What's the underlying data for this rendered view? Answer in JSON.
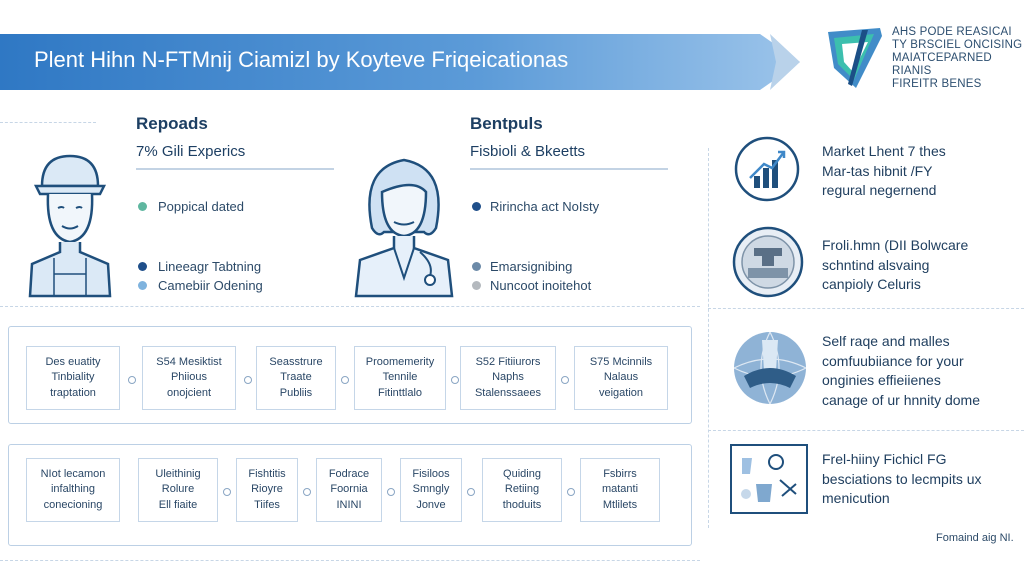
{
  "header": {
    "title": "Plent Hihn N-FTMnij Ciamizl by Koytеve Friqeicationas"
  },
  "logo": {
    "icon": "shield-logo-icon",
    "lines": [
      "AHS PODE REASICAI",
      "TY BRSCIEL ONCISING",
      "MAIATCEPARNED RIANIS",
      "FIREITR BENES"
    ]
  },
  "profiles": [
    {
      "icon": "male-worker-icon",
      "title": "Repoads",
      "subtitle": "7% Gili Experics",
      "legend": [
        {
          "label": "Poppical dated",
          "color": "#5fb7a0"
        },
        {
          "label": "Lineeagr Tabtning",
          "color": "#1f4f8a"
        },
        {
          "label": "Camebiir Odening",
          "color": "#7fb3de"
        }
      ]
    },
    {
      "icon": "female-nurse-icon",
      "title": "Bentpuls",
      "subtitle": "Fisbioli & Bkeetts",
      "legend": [
        {
          "label": "Ririncha act NoIsty",
          "color": "#1f4f8a"
        },
        {
          "label": "Emarsignibing",
          "color": "#6c8aa8"
        },
        {
          "label": "Nuncoot inoitehot",
          "color": "#b4b9be"
        }
      ]
    }
  ],
  "flow_row_1": [
    [
      "Des euatity",
      "Tinbiality",
      "traptation"
    ],
    [
      "S54 Mesiktist",
      "Phiious",
      "onojcient"
    ],
    [
      "Seasstrure",
      "Traate",
      "Publiis"
    ],
    [
      "Proomemerity",
      "Tennile",
      "Fitinttlalo"
    ],
    [
      "S52 Fitiiurors",
      "Naphs",
      "Stalenssaees"
    ],
    [
      "S75 Mcinnils",
      "Nalaus",
      "veigation"
    ]
  ],
  "flow_row_2": [
    [
      "NIot lecamon",
      "infalthing",
      "conecioning"
    ],
    [
      "Uleithinig",
      "Rolure",
      "Ell fiaite"
    ],
    [
      "Fishtitis",
      "Rioyre",
      "Tiifes"
    ],
    [
      "Fodrace",
      "Foornia",
      "ININI"
    ],
    [
      "Fisiloos",
      "Smngly",
      "Jonve"
    ],
    [
      "Quiding",
      "Retiing",
      "thoduits"
    ],
    [
      "Fsbirrs",
      "matanti",
      "Mtlilets"
    ]
  ],
  "right_items": [
    {
      "icon": "growth-chart-icon",
      "lines": [
        "Market Lhent 7 thes",
        "Mar-tas hibnit /FY",
        "regural negernend"
      ]
    },
    {
      "icon": "badge-stamp-icon",
      "lines": [
        "Froli.hmn (DII Bolwcare",
        "schntind alsvaing",
        "canpioly Celuris"
      ]
    },
    {
      "icon": "globe-network-icon",
      "lines": [
        "Self raqe and malles",
        "comfuubiiance for your",
        "onginies effieiienes",
        "canage of ur hnnity dome"
      ]
    },
    {
      "icon": "lab-tools-icon",
      "lines": [
        "Frel-hiiny Fichicl FG",
        "besciations to lecmpits ux",
        "menicution"
      ]
    }
  ],
  "footer": "Fomaind aig NI."
}
